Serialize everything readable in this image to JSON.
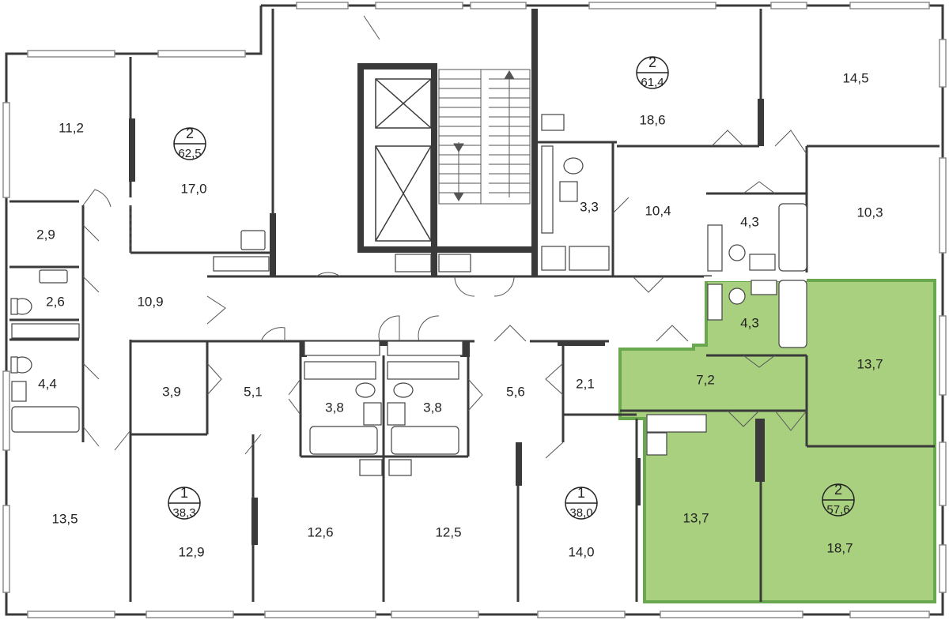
{
  "colors": {
    "highlight_fill": "#a8d07f",
    "highlight_stroke": "#6aa84f",
    "wall": "#3a3a3a",
    "window": "#8d8d8d"
  },
  "apartments": [
    {
      "rooms": "2",
      "total_area": "62,5"
    },
    {
      "rooms": "2",
      "total_area": "61,4"
    },
    {
      "rooms": "1",
      "total_area": "38,3"
    },
    {
      "rooms": "1",
      "total_area": "38,0"
    },
    {
      "rooms": "2",
      "total_area": "57,6"
    }
  ],
  "rooms": [
    {
      "area": "11,2"
    },
    {
      "area": "17,0"
    },
    {
      "area": "2,9"
    },
    {
      "area": "2,6"
    },
    {
      "area": "10,9"
    },
    {
      "area": "4,4"
    },
    {
      "area": "13,5"
    },
    {
      "area": "3,9"
    },
    {
      "area": "5,1"
    },
    {
      "area": "12,9"
    },
    {
      "area": "12,6"
    },
    {
      "area": "3,8"
    },
    {
      "area": "3,8"
    },
    {
      "area": "12,5"
    },
    {
      "area": "5,6"
    },
    {
      "area": "2,1"
    },
    {
      "area": "14,0"
    },
    {
      "area": "18,6"
    },
    {
      "area": "3,3"
    },
    {
      "area": "10,4"
    },
    {
      "area": "14,5"
    },
    {
      "area": "4,3"
    },
    {
      "area": "10,3"
    },
    {
      "area": "4,3"
    },
    {
      "area": "7,2"
    },
    {
      "area": "13,7"
    },
    {
      "area": "13,7"
    },
    {
      "area": "18,7"
    }
  ]
}
